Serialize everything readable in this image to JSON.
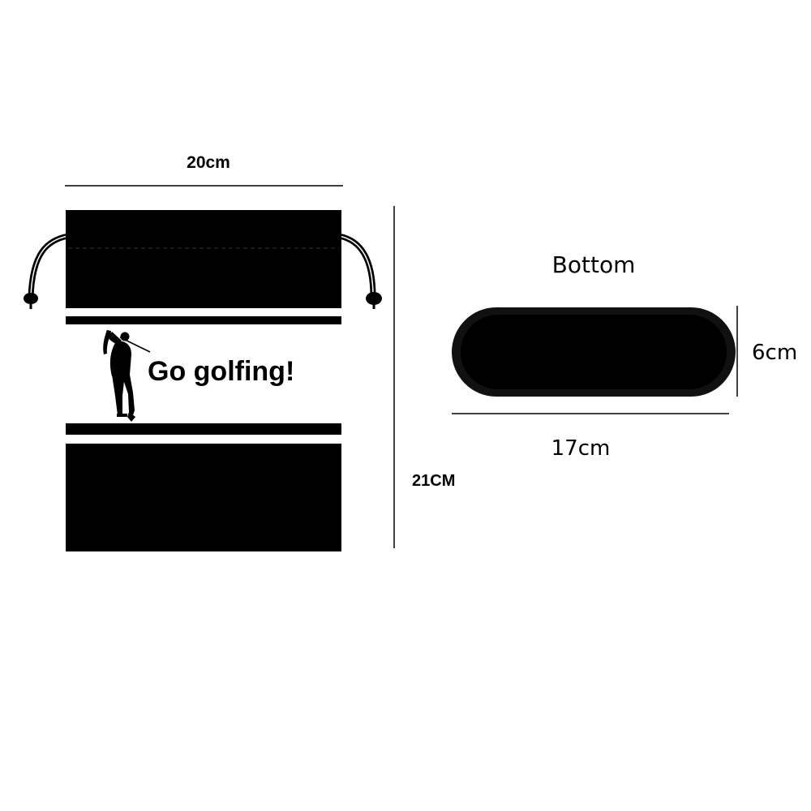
{
  "bag": {
    "width_label": "20cm",
    "height_label": "21CM",
    "slogan": "Go golfing!",
    "graphic_icon": "golfer-silhouette-icon",
    "colors": {
      "body": "#000000",
      "band": "#ffffff",
      "drawstring": "#000000"
    }
  },
  "bottom": {
    "title": "Bottom",
    "length_label": "17cm",
    "depth_label": "6cm",
    "colors": {
      "outer": "#111111",
      "inner": "#000000"
    }
  }
}
